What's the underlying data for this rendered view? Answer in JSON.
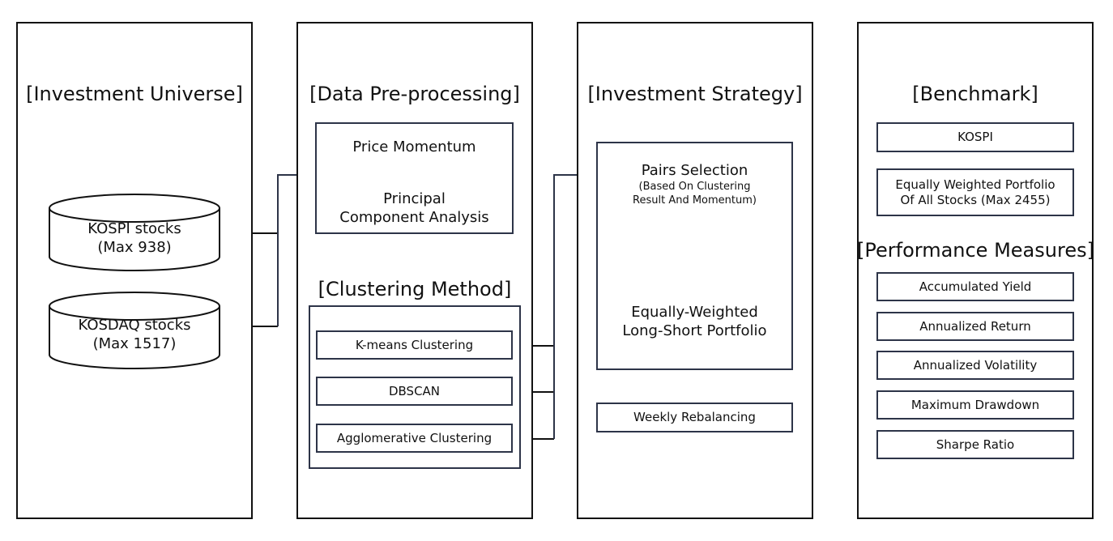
{
  "panels": {
    "universe": {
      "heading": "[Investment Universe]",
      "kospi": {
        "line1": "KOSPI stocks",
        "line2": "(Max 938)"
      },
      "kosdaq": {
        "line1": "KOSDAQ stocks",
        "line2": "(Max 1517)"
      }
    },
    "preprocessing": {
      "heading": "[Data Pre-processing]",
      "step1": "Price Momentum",
      "step2_line1": "Principal",
      "step2_line2": "Component Analysis",
      "clustering_heading": "[Clustering Method]",
      "methods": [
        "K-means Clustering",
        "DBSCAN",
        "Agglomerative Clustering"
      ]
    },
    "strategy": {
      "heading": "[Investment Strategy]",
      "pairs_title": "Pairs Selection",
      "pairs_sub1": "(Based On Clustering",
      "pairs_sub2": "Result And Momentum)",
      "portfolio_line1": "Equally-Weighted",
      "portfolio_line2": "Long-Short Portfolio",
      "rebalancing": "Weekly Rebalancing"
    },
    "benchmark": {
      "heading": "[Benchmark]",
      "items": [
        "KOSPI",
        "Equally Weighted Portfolio",
        "Of All Stocks (Max 2455)"
      ],
      "measures_heading": "[Performance Measures]",
      "measures": [
        "Accumulated Yield",
        "Annualized Return",
        "Annualized Volatility",
        "Maximum Drawdown",
        "Sharpe Ratio"
      ]
    }
  }
}
